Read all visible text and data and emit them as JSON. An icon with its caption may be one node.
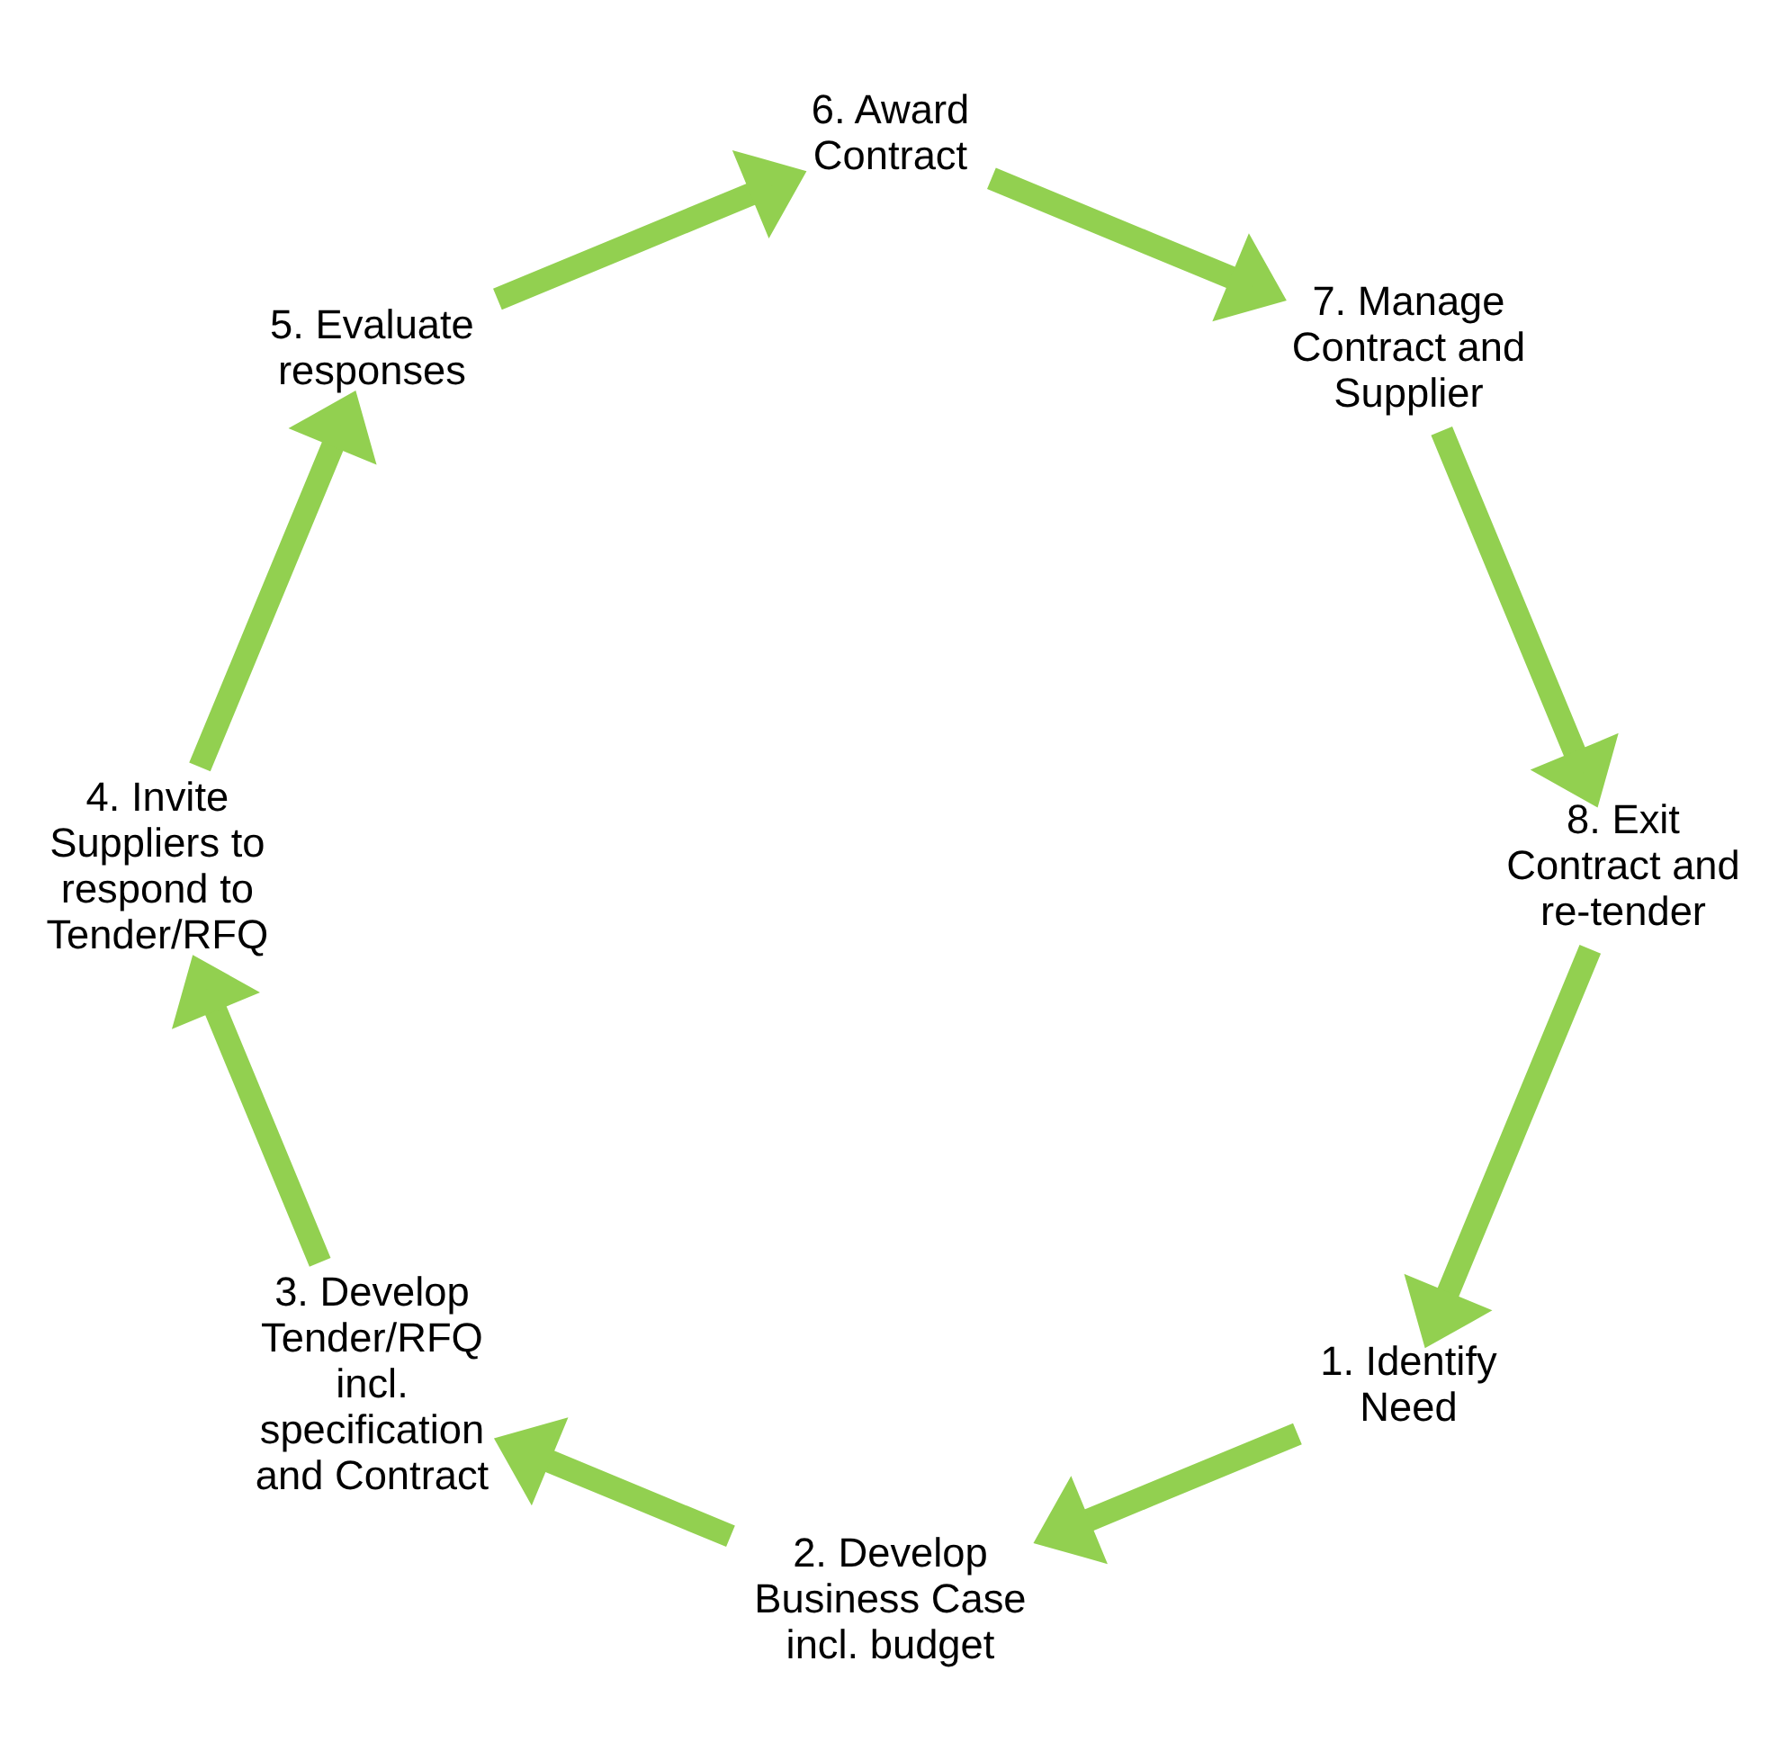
{
  "diagram": {
    "nodes": [
      {
        "text": [
          "1. Identify Need"
        ]
      },
      {
        "text": [
          "2. Develop Business Case incl. budget"
        ]
      },
      {
        "text": [
          "3. Develop Tender/RFQ incl. specification and Contract"
        ]
      },
      {
        "text": [
          "4. Invite Suppliers to respond to Tender/RFQ"
        ]
      },
      {
        "text": [
          "5. Evaluate responses"
        ]
      },
      {
        "text": [
          "6. Award Contract"
        ]
      },
      {
        "text": [
          "7. Manage Contract and Supplier"
        ]
      },
      {
        "text": [
          "8. Exit Contract and re-tender"
        ]
      }
    ],
    "edges": [
      {
        "from": 0,
        "to": 1,
        "arrow": "to"
      },
      {
        "from": 1,
        "to": 2,
        "arrow": "to"
      },
      {
        "from": 2,
        "to": 3,
        "arrow": "to"
      },
      {
        "from": 3,
        "to": 4,
        "arrow": "to"
      },
      {
        "from": 4,
        "to": 5,
        "arrow": "to"
      },
      {
        "from": 5,
        "to": 6,
        "arrow": "to"
      },
      {
        "from": 6,
        "to": 7,
        "arrow": "to"
      },
      {
        "from": 7,
        "to": 0,
        "arrow": "to"
      }
    ]
  }
}
